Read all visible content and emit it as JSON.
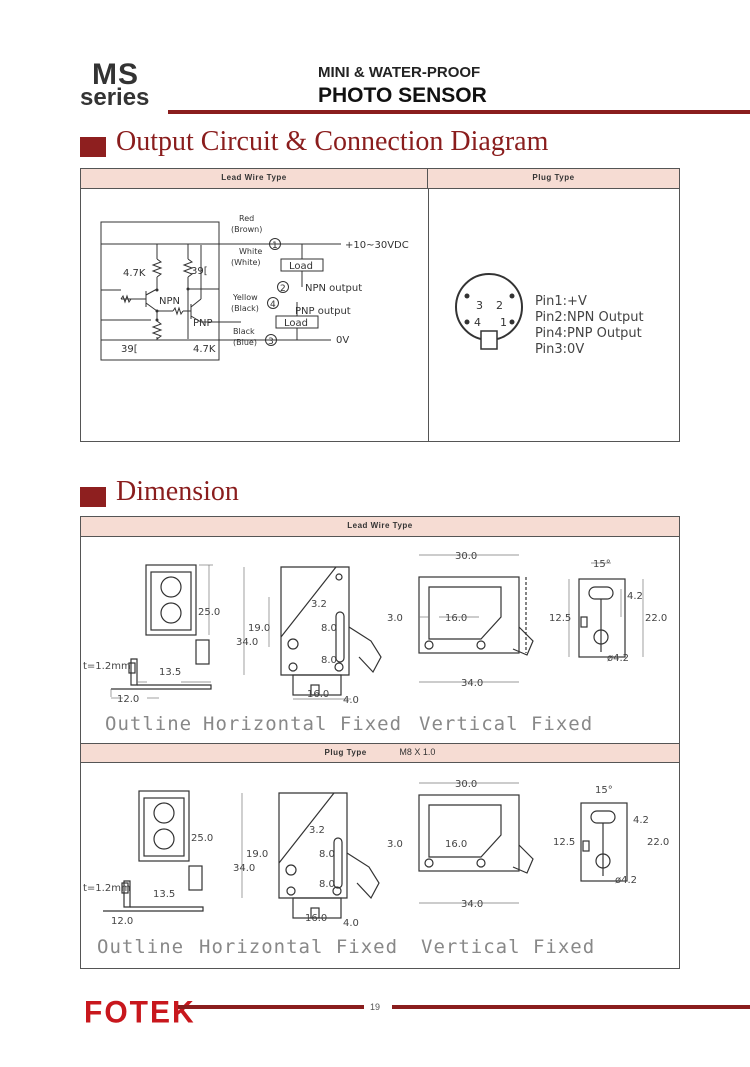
{
  "header": {
    "series_code": "MS",
    "series_word": "series",
    "subtitle": "MINI & WATER-PROOF",
    "title": "PHOTO SENSOR"
  },
  "output_section": {
    "title": "Output Circuit & Connection Diagram",
    "lead_wire_header": "Lead Wire Type",
    "plug_header": "Plug Type",
    "circuit": {
      "r_top_left": "4.7K",
      "r_top_right": "39[",
      "r_bottom_left": "39[",
      "r_bottom_right": "4.7K",
      "npn_label": "NPN",
      "pnp_label": "PNP",
      "wires": [
        {
          "color": "Red",
          "alt": "(Brown)",
          "pin": "1",
          "signal": "+10~30VDC"
        },
        {
          "color": "White",
          "alt": "(White)",
          "pin": "2",
          "signal": "NPN output"
        },
        {
          "color": "Yellow",
          "alt": "(Black)",
          "pin": "4",
          "signal": "PNP output"
        },
        {
          "color": "Black",
          "alt": "(Blue)",
          "pin": "3",
          "signal": "0V"
        }
      ],
      "load_label": "Load"
    },
    "plug": {
      "pins": [
        "3",
        "2",
        "4",
        "1"
      ],
      "pin_lines": [
        "Pin1:+V",
        "Pin2:NPN Output",
        "Pin4:PNP Output",
        "Pin3:0V"
      ]
    }
  },
  "dimension_section": {
    "title": "Dimension",
    "lead_wire_header": "Lead Wire Type",
    "plug_header": "Plug Type",
    "plug_thread": "M8 X 1.0",
    "captions": [
      "Outline",
      "Horizontal Fixed",
      "Vertical Fixed"
    ],
    "dims": {
      "height_front": "25.0",
      "thickness": "t=1.2mm",
      "depth": "13.5",
      "base": "12.0",
      "h19": "19.0",
      "h34": "34.0",
      "slot": "3.2",
      "s8a": "8.0",
      "s8b": "8.0",
      "w16": "16.0",
      "w4": "4.0",
      "w30": "30.0",
      "v3": "3.0",
      "v16": "16.0",
      "v34": "34.0",
      "angle": "15°",
      "r12": "12.5",
      "r42": "4.2",
      "r22": "22.0",
      "hole": "ø4.2"
    }
  },
  "footer": {
    "logo": "FOTEK",
    "page": "19"
  },
  "colors": {
    "accent": "#8a1d1d",
    "band": "#f6dcd3",
    "logo": "#c8171d"
  }
}
